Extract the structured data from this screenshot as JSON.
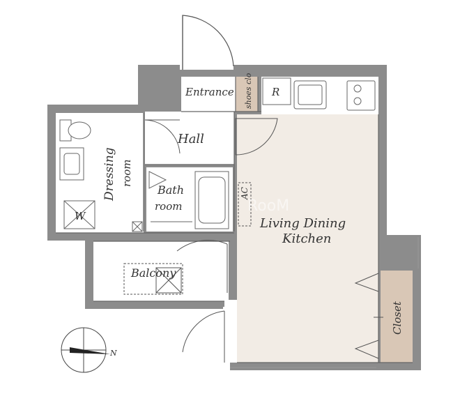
{
  "plan": {
    "entrance": "Entrance",
    "shoes_closet": "shoes clo",
    "refrigerator": "R",
    "hall": "Hall",
    "dressing_line1": "Dressing",
    "dressing_line2": "room",
    "washer": "W",
    "bath_line1": "Bath",
    "bath_line2": "room",
    "ac": "AC",
    "ldk_line1": "Living Dining",
    "ldk_line2": "Kitchen",
    "balcony": "Balcony",
    "closet": "Closet",
    "compass_north": "N",
    "watermark": "RooM"
  },
  "colors": {
    "wall": "#8c8c8c",
    "floor_ldk": "#f2ece5",
    "closet_fill": "#d9c7b6",
    "line": "#555555"
  }
}
